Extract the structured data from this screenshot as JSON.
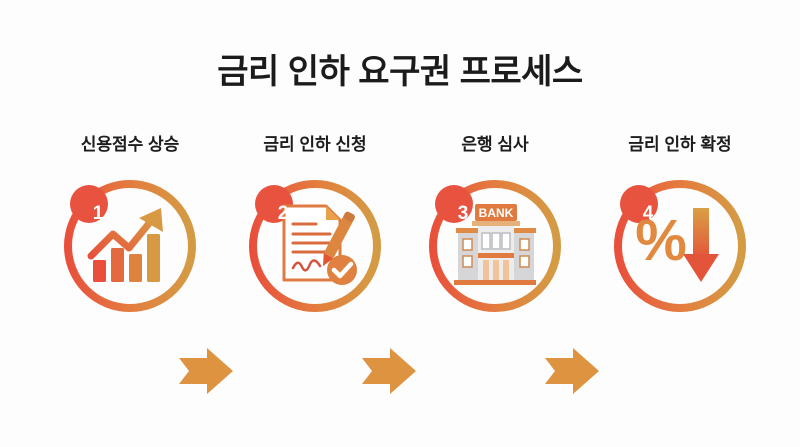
{
  "page": {
    "title": "금리 인하 요구권 프로세스",
    "background_color": "#fdfdfd",
    "title_color": "#1b1b1b"
  },
  "theme": {
    "accent_red": "#e8533f",
    "accent_orange": "#e8833f",
    "accent_gold": "#d69a42",
    "badge_color": "#e8533f",
    "badge_text_color": "#ffffff",
    "connector_color": "#dd9340",
    "bank_gray": "#d8d8da"
  },
  "steps": [
    {
      "number": "1",
      "label": "신용점수 상승",
      "icon": "growth-bar-chart-icon",
      "icon_description": "ascending bar chart with rising trend arrow"
    },
    {
      "number": "2",
      "label": "금리 인하 신청",
      "icon": "signed-document-pen-icon",
      "icon_description": "document with signature, pen and check badge"
    },
    {
      "number": "3",
      "label": "은행 심사",
      "icon": "bank-building-icon",
      "icon_description": "bank building with BANK sign",
      "sign_text": "BANK"
    },
    {
      "number": "4",
      "label": "금리 인하 확정",
      "icon": "percent-down-arrow-icon",
      "icon_description": "percent symbol with large downward arrow",
      "symbol": "%"
    }
  ],
  "connectors": [
    {
      "name": "arrow-step1-to-step2"
    },
    {
      "name": "arrow-step2-to-step3"
    },
    {
      "name": "arrow-step3-to-step4"
    }
  ]
}
